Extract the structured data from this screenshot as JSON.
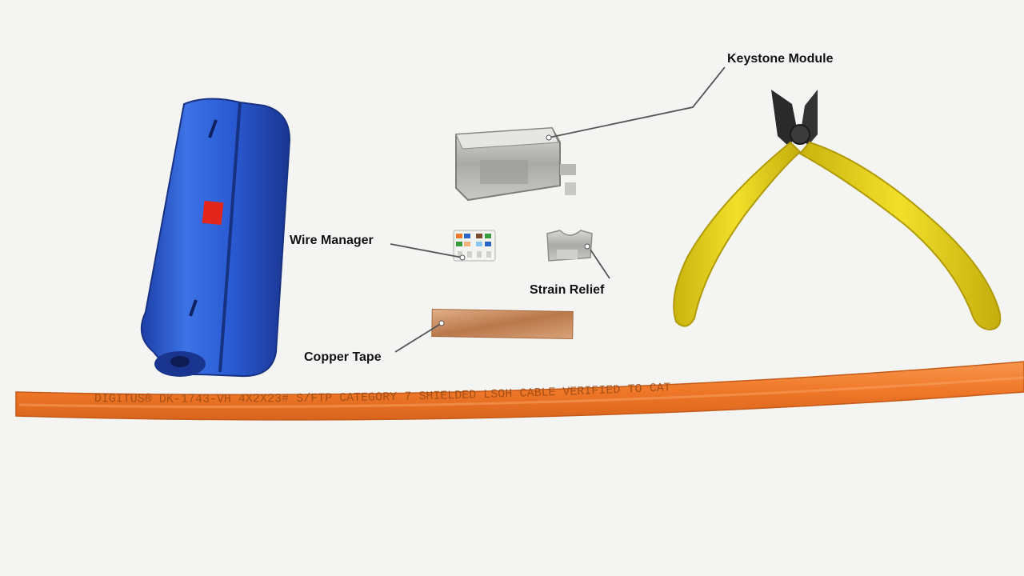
{
  "labels": {
    "keystone_module": "Keystone Module",
    "wire_manager": "Wire Manager",
    "strain_relief": "Strain Relief",
    "copper_tape": "Copper Tape"
  },
  "cable_print": "DIGITUS® DK-1743-VH 4X2X23# S/FTP CATEGORY 7 SHIELDED LSOH CABLE VERIFIED TO CAT",
  "colors": {
    "background": "#f4f4f2",
    "stripper": "#2e5fd0",
    "stripper_accent": "#e2261c",
    "pliers_handle": "#e8d21a",
    "cable": "#f07a2a",
    "copper": "#c98a5a"
  }
}
